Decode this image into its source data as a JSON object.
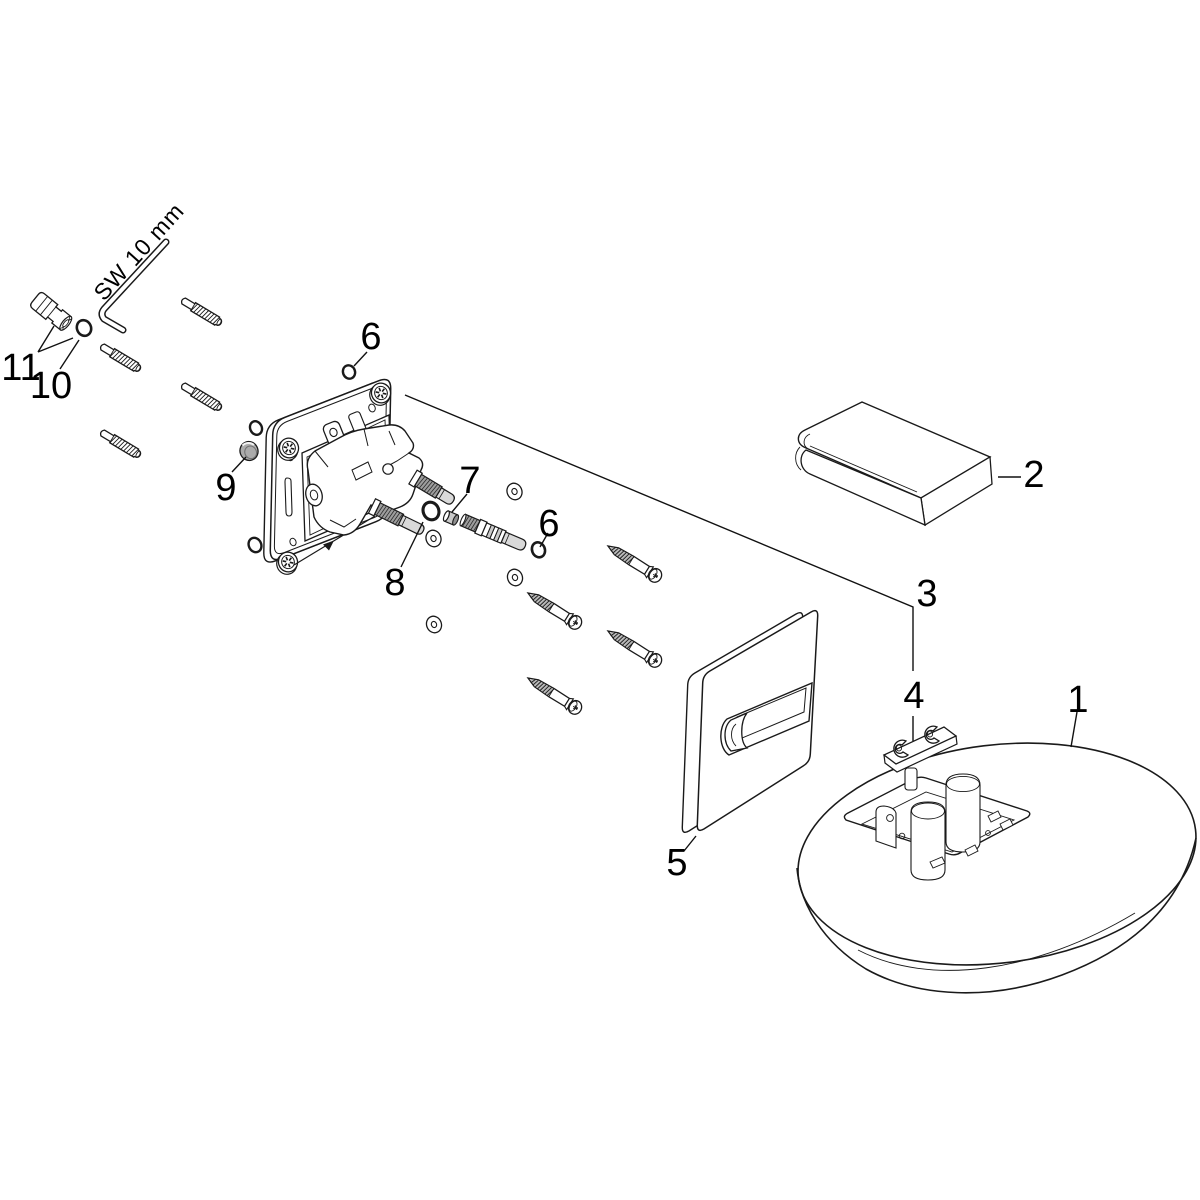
{
  "diagram": {
    "background_color": "#ffffff",
    "line_color": "#1a1a1a",
    "tool_size_label": "SW 10 mm",
    "callouts": [
      {
        "label": "1"
      },
      {
        "label": "2"
      },
      {
        "label": "3"
      },
      {
        "label": "4"
      },
      {
        "label": "5"
      },
      {
        "label": "6"
      },
      {
        "label": "6"
      },
      {
        "label": "7"
      },
      {
        "label": "8"
      },
      {
        "label": "9"
      },
      {
        "label": "10"
      },
      {
        "label": "11"
      }
    ]
  }
}
